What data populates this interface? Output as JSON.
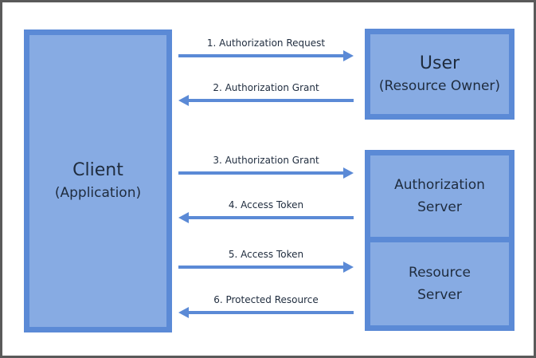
{
  "client": {
    "title": "Client",
    "subtitle": "(Application)"
  },
  "user": {
    "title": "User",
    "subtitle": "(Resource Owner)"
  },
  "auth_server": {
    "line1": "Authorization",
    "line2": "Server"
  },
  "resource_server": {
    "line1": "Resource",
    "line2": "Server"
  },
  "arrows": [
    {
      "label": "1. Authorization Request",
      "direction": "right"
    },
    {
      "label": "2. Authorization Grant",
      "direction": "left"
    },
    {
      "label": "3. Authorization Grant",
      "direction": "right"
    },
    {
      "label": "4. Access Token",
      "direction": "left"
    },
    {
      "label": "5. Access Token",
      "direction": "right"
    },
    {
      "label": "6. Protected Resource",
      "direction": "left"
    }
  ],
  "colors": {
    "box_fill": "#87abe3",
    "box_border": "#5b8ad6",
    "arrow": "#5b8ad6",
    "frame": "#5a5a5a",
    "text": "#1f2c3e"
  }
}
